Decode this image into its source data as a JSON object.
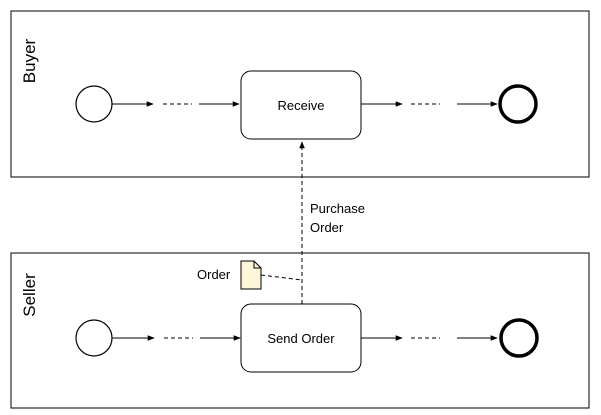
{
  "pools": {
    "buyer": {
      "label": "Buyer"
    },
    "seller": {
      "label": "Seller"
    }
  },
  "tasks": {
    "receive": {
      "label": "Receive"
    },
    "send_order": {
      "label": "Send Order"
    }
  },
  "message_flow": {
    "label_line1": "Purchase",
    "label_line2": "Order"
  },
  "data_object": {
    "label": "Order"
  },
  "colors": {
    "stroke": "#000000",
    "background": "#ffffff",
    "data_object_fill": "#fdf6d9"
  }
}
